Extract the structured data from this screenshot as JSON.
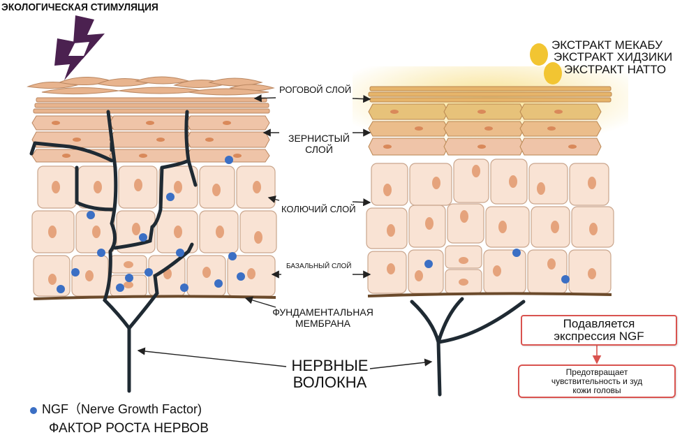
{
  "top_title": "ЭКОЛОГИЧЕСКАЯ СТИМУЛЯЦИЯ",
  "extracts": [
    "ЭКСТРАКТ МЕКАБУ",
    "ЭКСТРАКТ ХИДЗИКИ",
    "ЭКСТРАКТ НАТТО"
  ],
  "layers": {
    "stratum_corneum": "РОГОВОЙ СЛОЙ",
    "granular_1": "ЗЕРНИСТЫЙ",
    "granular_2": "СЛОЙ",
    "spinous": "КОЛЮЧИЙ СЛОЙ",
    "basal": "БАЗАЛЬНЫЙ СЛОЙ",
    "membrane_1": "ФУНДАМЕНТАЛЬНАЯ",
    "membrane_2": "МЕМБРАНА"
  },
  "nerves": {
    "line1": "НЕРВНЫЕ",
    "line2": "ВОЛОКНА"
  },
  "legend": {
    "ngf": "NGF（Nerve Growth Factor)",
    "ngf_ru": "ФАКТОР РОСТА НЕРВОВ"
  },
  "result_box": {
    "line1": "Подавляется",
    "line2": "экспрессия NGF"
  },
  "effect_box": {
    "line1": "Предотвращает",
    "line2": "чувствительность и зуд",
    "line3": "кожи головы"
  },
  "colors": {
    "cell_fill": "#f9e3d4",
    "cell_stroke": "#c9a58c",
    "nucleus": "#e5a37c",
    "granular_fill": "#efc4a8",
    "corneum": "#e8b48e",
    "nerve": "#1f2a33",
    "ngf_dot": "#3b6fc4",
    "glow": "#f5d66e",
    "extract_drop": "#f2c532",
    "bolt": "#4b2150",
    "membrane": "#6b4a2b",
    "box_border": "#d9534f"
  }
}
